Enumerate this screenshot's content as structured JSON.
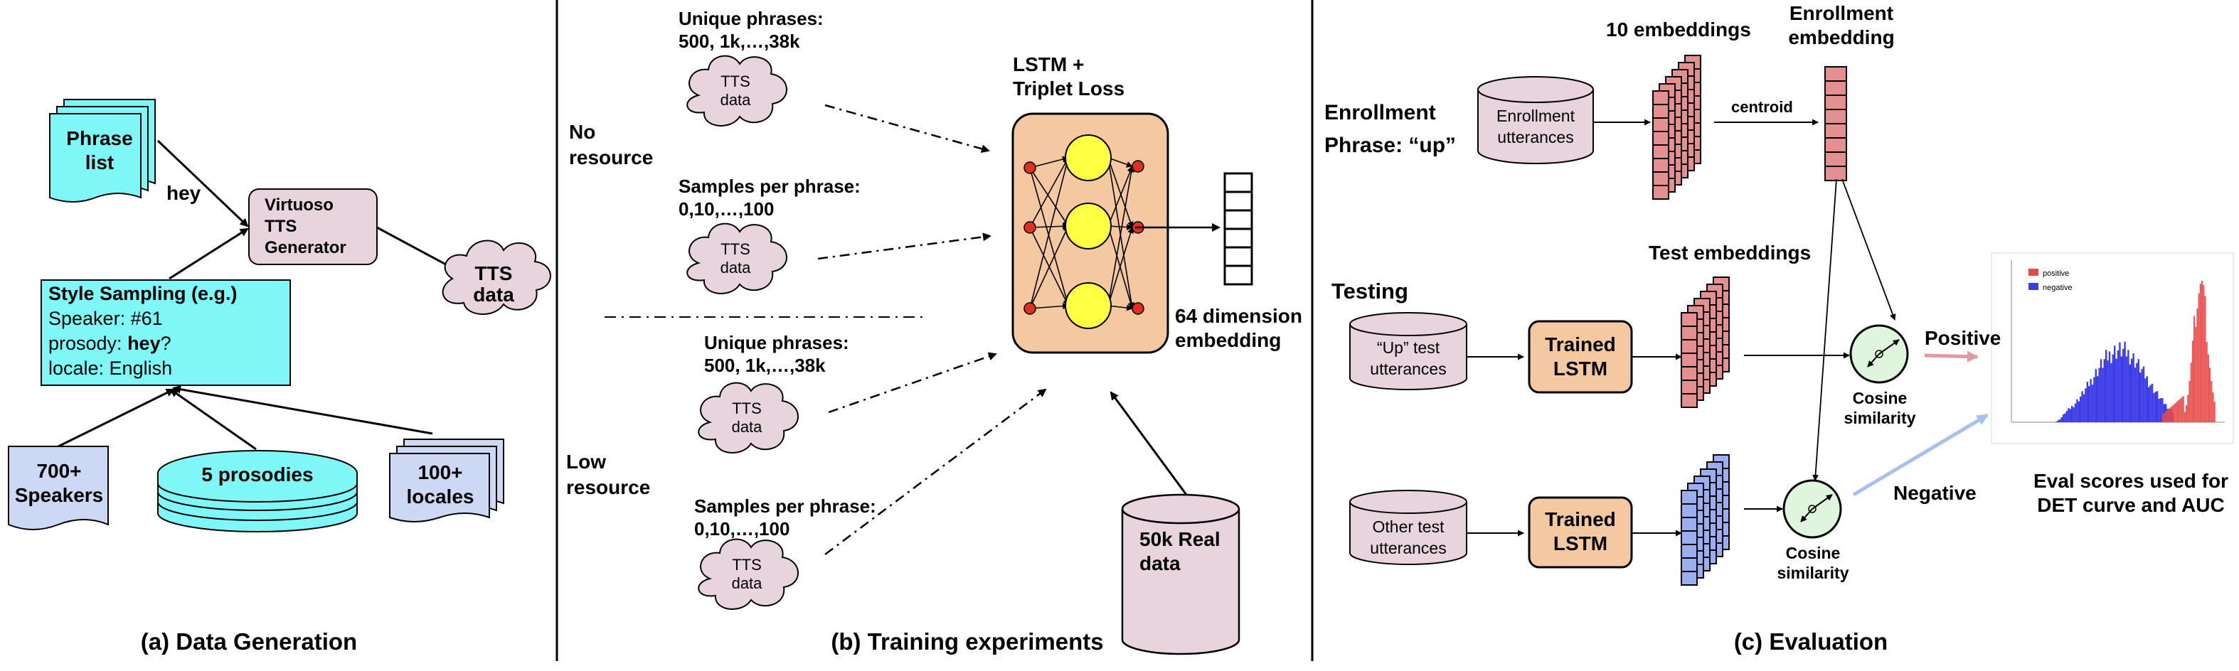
{
  "panel_a": {
    "caption": "(a) Data Generation",
    "phrase_list": [
      "Phrase",
      "list"
    ],
    "hey_edge": "hey",
    "generator": [
      "Virtuoso",
      "TTS",
      "Generator"
    ],
    "tts_data": [
      "TTS",
      "data"
    ],
    "style_title": "Style Sampling (e.g.)",
    "style_speaker": "Speaker: #61",
    "style_prosody_prefix": "prosody: ",
    "style_prosody_value": "hey",
    "style_prosody_suffix": "?",
    "style_locale": "locale: English",
    "speakers": [
      "700+",
      "Speakers"
    ],
    "prosodies": "5 prosodies",
    "locales": [
      "100+",
      "locales"
    ]
  },
  "panel_b": {
    "caption": "(b) Training experiments",
    "no_resource": [
      "No",
      "resource"
    ],
    "low_resource": [
      "Low",
      "resource"
    ],
    "unique_1": [
      "Unique phrases:",
      "500, 1k,…,38k"
    ],
    "samples_1": [
      "Samples per phrase:",
      "0,10,…,100"
    ],
    "unique_2": [
      "Unique phrases:",
      "500, 1k,…,38k"
    ],
    "samples_2": [
      "Samples per phrase:",
      "0,10,…,100"
    ],
    "tts_cloud": [
      "TTS",
      "data"
    ],
    "lstm_title": [
      "LSTM +",
      "Triplet Loss"
    ],
    "embedding": [
      "64 dimension",
      "embedding"
    ],
    "real_data": [
      "50k Real",
      "data"
    ]
  },
  "panel_c": {
    "caption": "(c) Evaluation",
    "enrollment_label": [
      "Enrollment",
      "Phrase: “up”"
    ],
    "enrollment_utt": [
      "Enrollment",
      "utterances"
    ],
    "ten_embeddings": "10 embeddings",
    "centroid": "centroid",
    "enrollment_embedding": [
      "Enrollment",
      "embedding"
    ],
    "testing": "Testing",
    "test_embeddings": "Test embeddings",
    "up_test": [
      "“Up” test",
      "utterances"
    ],
    "other_test": [
      "Other test",
      "utterances"
    ],
    "trained_lstm": [
      "Trained",
      "LSTM"
    ],
    "cosine": [
      "Cosine",
      "similarity"
    ],
    "positive": "Positive",
    "negative": "Negative",
    "eval_scores": [
      "Eval scores used for",
      "DET curve and AUC"
    ],
    "legend_positive": "positive",
    "legend_negative": "negative"
  },
  "colors": {
    "cyan": "#7ff7f7",
    "pink": "#e8d4dc",
    "lstm_orange": "#f4c9a1",
    "node_yellow": "#ffff44",
    "node_red": "#e03020",
    "embed_red": "#e59090",
    "embed_blue": "#9aaef0",
    "lavender": "#cdd8f4",
    "hist_red": "#e84848",
    "hist_blue": "#3d3de8"
  }
}
